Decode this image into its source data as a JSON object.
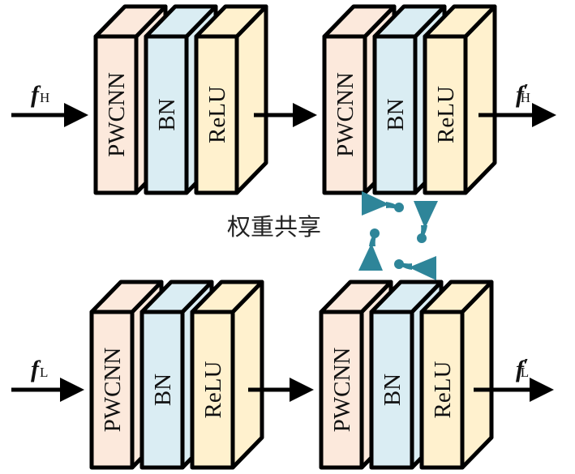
{
  "colors": {
    "pwcnn": "#FCE9DC",
    "bn": "#DAEDF3",
    "relu": "#FFF1CE",
    "outline": "#000000",
    "share_icon": "#2E8599"
  },
  "branches": [
    {
      "id": "high",
      "input_label": {
        "main": "f",
        "sub": "H",
        "prime": ""
      },
      "output_label": {
        "main": "f",
        "sub": "H",
        "prime": "′"
      },
      "groups": [
        {
          "layers": [
            "PWCNN",
            "BN",
            "ReLU"
          ]
        },
        {
          "layers": [
            "PWCNN",
            "BN",
            "ReLU"
          ]
        }
      ]
    },
    {
      "id": "low",
      "input_label": {
        "main": "f",
        "sub": "L",
        "prime": ""
      },
      "output_label": {
        "main": "f",
        "sub": "L",
        "prime": "′"
      },
      "groups": [
        {
          "layers": [
            "PWCNN",
            "BN",
            "ReLU"
          ]
        },
        {
          "layers": [
            "PWCNN",
            "BN",
            "ReLU"
          ]
        }
      ]
    }
  ],
  "weight_sharing": {
    "label": "权重共享",
    "icon": "weight-sharing-cycle-icon"
  }
}
